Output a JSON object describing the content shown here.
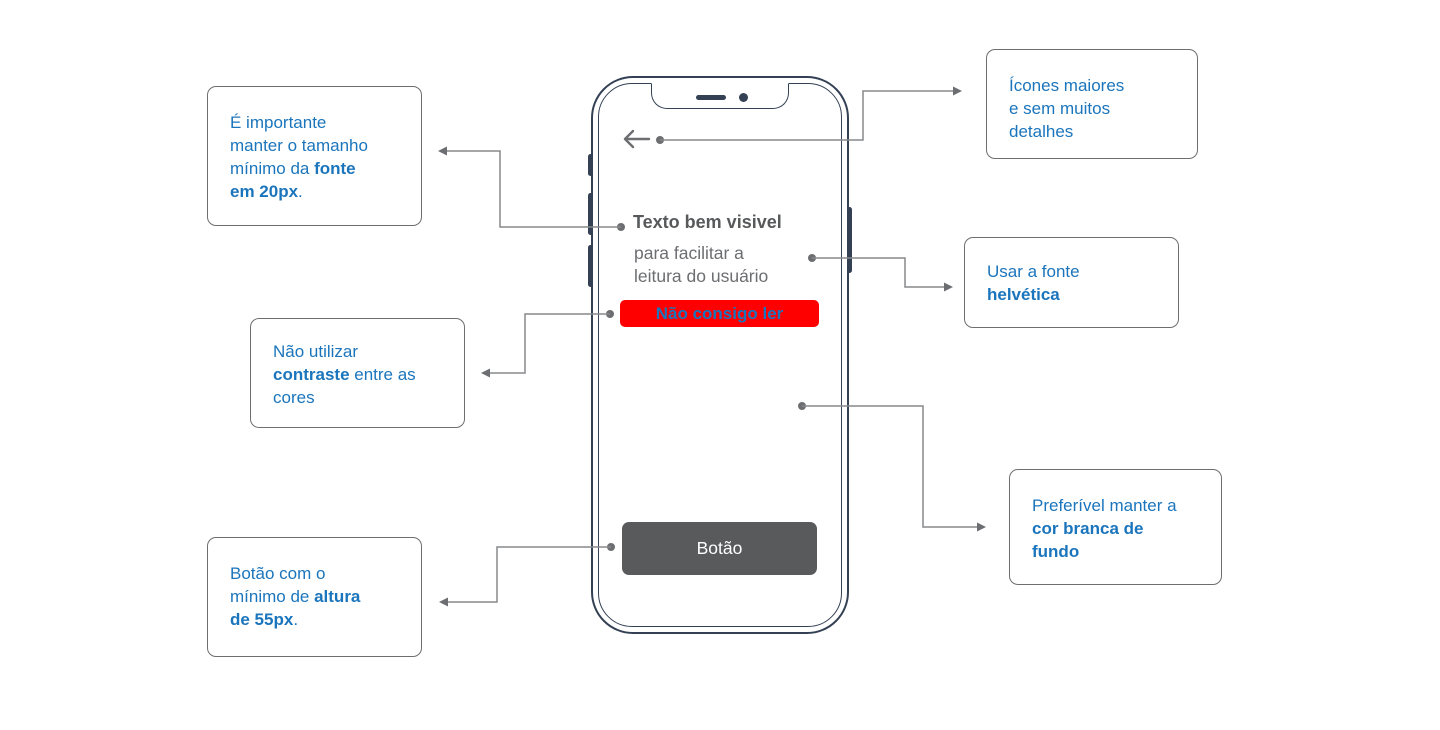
{
  "phone": {
    "screen": {
      "title": "Texto bem visivel",
      "subtitle_line1": "para facilitar a",
      "subtitle_line2": "leitura do usuário",
      "banner_label": "Não consigo ler",
      "button_label": "Botão"
    }
  },
  "callouts": {
    "font_size": {
      "line1": "É importante",
      "line2": "manter o tamanho",
      "line3_normal": "mínimo da ",
      "line3_bold": "fonte",
      "line4_bold": "em 20px",
      "line4_normal": "."
    },
    "icons": {
      "line1": "Ícones maiores",
      "line2": "e sem muitos",
      "line3": "detalhes"
    },
    "font_family": {
      "line1": "Usar a fonte",
      "line2_bold": "helvética"
    },
    "contrast": {
      "line1": "Não utilizar",
      "line2_bold": "contraste",
      "line2_normal": " entre as",
      "line3": "cores"
    },
    "background": {
      "line1": "Preferível manter a",
      "line2_bold": "cor branca de",
      "line3_bold": "fundo"
    },
    "button_height": {
      "line1": "Botão com o",
      "line2_normal": "mínimo de ",
      "line2_bold": "altura",
      "line3_bold": "de 55px",
      "line3_normal": "."
    }
  },
  "colors": {
    "accent_blue": "#1b75bc",
    "alert_red": "#ff0000",
    "button_gray": "#595a5c",
    "phone_outline": "#344154",
    "connector_gray": "#87898c",
    "title_dark_gray": "#58595b",
    "body_gray": "#6d6e71"
  }
}
